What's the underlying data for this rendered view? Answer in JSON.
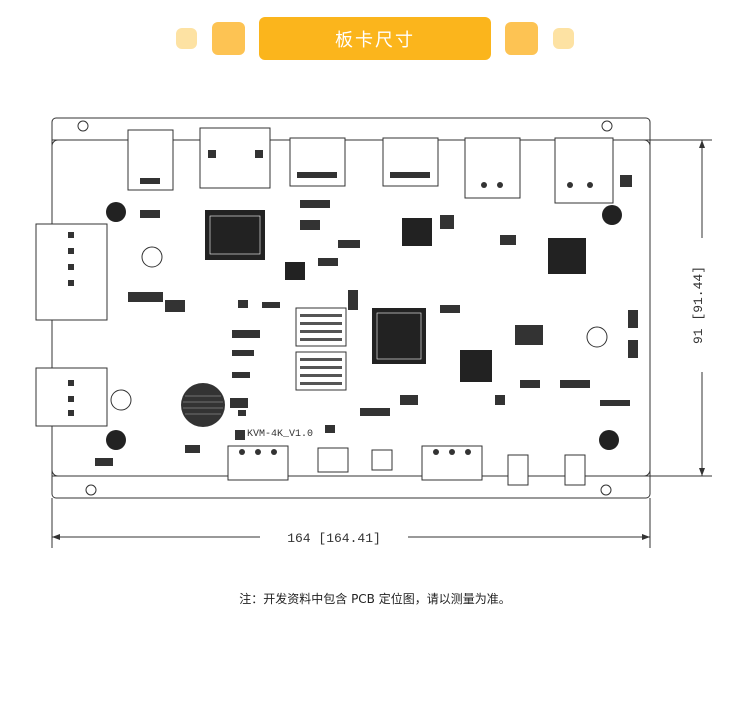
{
  "title": "板卡尺寸",
  "board": {
    "silk_label": "KVM-4K_V1.0",
    "width_label": "164 [164.41]",
    "height_label": "91 [91.44]"
  },
  "note": "注：开发资料中包含 PCB 定位图，请以测量为准。"
}
